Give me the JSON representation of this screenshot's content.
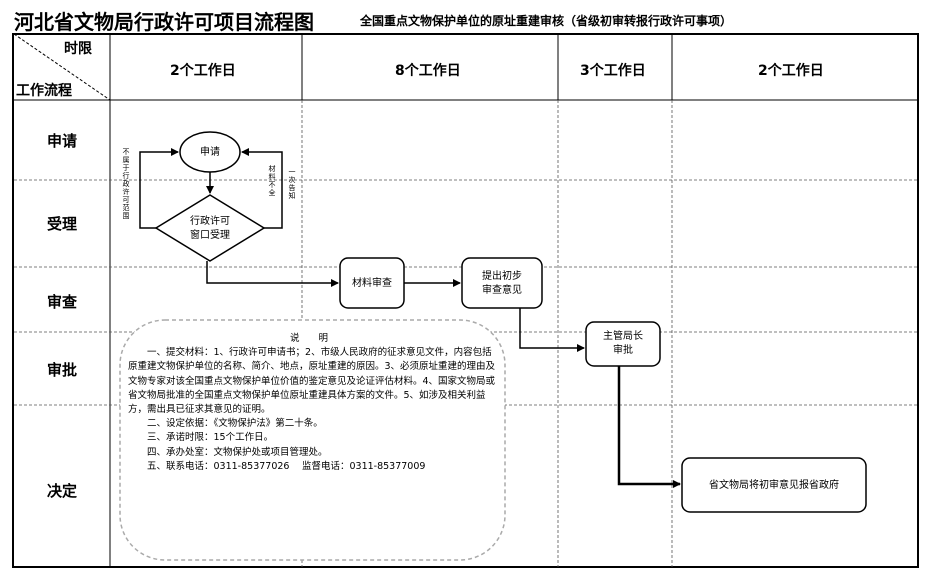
{
  "title": "河北省文物局行政许可项目流程图",
  "subtitle": "全国重点文物保护单位的原址重建审核（省级初审转报行政许可事项）",
  "corner": {
    "top": "时限",
    "bottom": "工作流程"
  },
  "time_columns": [
    "2个工作日",
    "8个工作日",
    "3个工作日",
    "2个工作日"
  ],
  "rows": [
    "申请",
    "受理",
    "审查",
    "审批",
    "决定"
  ],
  "nodes": {
    "apply": "申请",
    "accept_line1": "行政许可",
    "accept_line2": "窗口受理",
    "review": "材料审查",
    "opinion_line1": "提出初步",
    "opinion_line2": "审查意见",
    "approve_line1": "主管局长",
    "approve_line2": "审批",
    "decide": "省文物局将初审意见报省政府"
  },
  "side_notes": {
    "not_in_scope": "不属于行政许可范围",
    "incomplete": "材料不全",
    "notify_once": "一次告知"
  },
  "notes": {
    "heading": "说 明",
    "item1": "一、提交材料：1、行政许可申请书；2、市级人民政府的征求意见文件，内容包括原重建文物保护单位的名称、简介、地点，原址重建的原因。3、必须原址重建的理由及文物专家对该全国重点文物保护单位价值的鉴定意见及论证评估材料。4、国家文物局或省文物局批准的全国重点文物保护单位原址重建具体方案的文件。5、如涉及相关利益方，需出具已征求其意见的证明。",
    "item2": "二、设定依据：《文物保护法》第二十条。",
    "item3": "三、承诺时限：15个工作日。",
    "item4": "四、承办处室：文物保护处或项目管理处。",
    "item5": "五、联系电话：0311-85377026　 监督电话：0311-85377009"
  },
  "colors": {
    "line": "#000000",
    "grid": "#000000",
    "note_border": "#aaaaaa"
  }
}
